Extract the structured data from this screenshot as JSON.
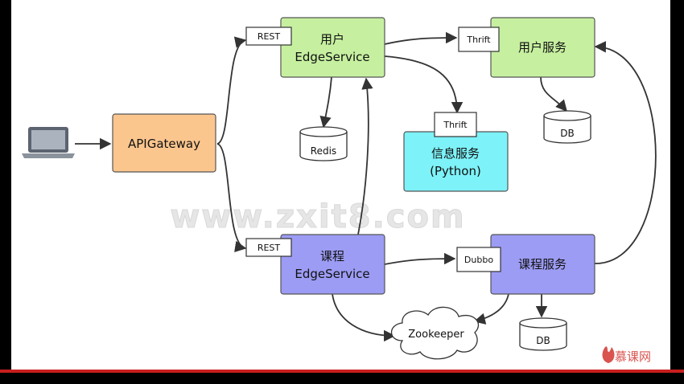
{
  "nodes": {
    "api_gateway": "APIGateway",
    "user_edge": [
      "用户",
      "EdgeService"
    ],
    "course_edge": [
      "课程",
      "EdgeService"
    ],
    "user_service": "用户服务",
    "course_service": "课程服务",
    "info_service": [
      "信息服务",
      "(Python)"
    ],
    "redis": "Redis",
    "db_user": "DB",
    "db_course": "DB",
    "zookeeper": "Zookeeper"
  },
  "tags": {
    "rest_top": "REST",
    "rest_bottom": "REST",
    "thrift_user": "Thrift",
    "thrift_info": "Thrift",
    "dubbo": "Dubbo"
  },
  "watermark": "www.zxit8.com",
  "logo_text": "慕课网",
  "colors": {
    "gateway": "#fbc68e",
    "green": "#c6f0a0",
    "purple": "#9c9cf5",
    "cyan": "#7df2f8",
    "edge": "#333333",
    "watermark": "#e6e6e6",
    "logo": "#d9534f"
  }
}
